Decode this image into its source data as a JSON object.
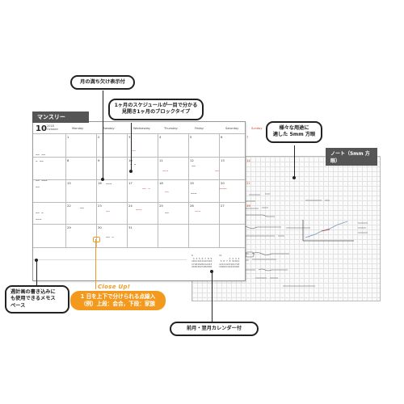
{
  "tabs": {
    "monthly": "マンスリー",
    "note": "ノート（5mm 方眼）"
  },
  "callouts": {
    "month_overview": "月の満ち欠け表示付",
    "block_type": [
      "1ヶ月のスケジュールが一目で分かる",
      "見開き1ヶ月のブロックタイプ"
    ],
    "grid_use": [
      "様々な用途に",
      "適した 5mm 方眼"
    ],
    "memo_space": [
      "週計画の書き込みに",
      "も使用できるメモス",
      "ペース"
    ],
    "calendar": "前月・翌月カレンダー付",
    "split_label": "Close Up!",
    "split_note": [
      "1 日を上下で分けられる点線入",
      "（例）上段：会合，下段：家族"
    ]
  },
  "monthly": {
    "month_number": "10",
    "month_year": "2018",
    "month_name": "October",
    "weekdays": [
      "Monday",
      "Tuesday",
      "Wednesday",
      "Thursday",
      "Friday",
      "Saturday",
      "Sunday"
    ],
    "weeks": [
      [
        "1",
        "2",
        "3",
        "4",
        "5",
        "6",
        "7"
      ],
      [
        "8",
        "9",
        "10",
        "11",
        "12",
        "13",
        "14"
      ],
      [
        "15",
        "16",
        "17",
        "18",
        "19",
        "20",
        "21"
      ],
      [
        "22",
        "23",
        "24",
        "25",
        "26",
        "27",
        "28"
      ],
      [
        "29",
        "30",
        "31",
        "",
        "",
        "",
        ""
      ]
    ],
    "mini_calendars": [
      "9\n 3 4 5 6 7 8 9\n10111213141516\n17181920212223\n24252627282930",
      "11\n       1 2 3 4\n 5 6 7 8 91011\n12131415161718\n19202122232425"
    ]
  }
}
